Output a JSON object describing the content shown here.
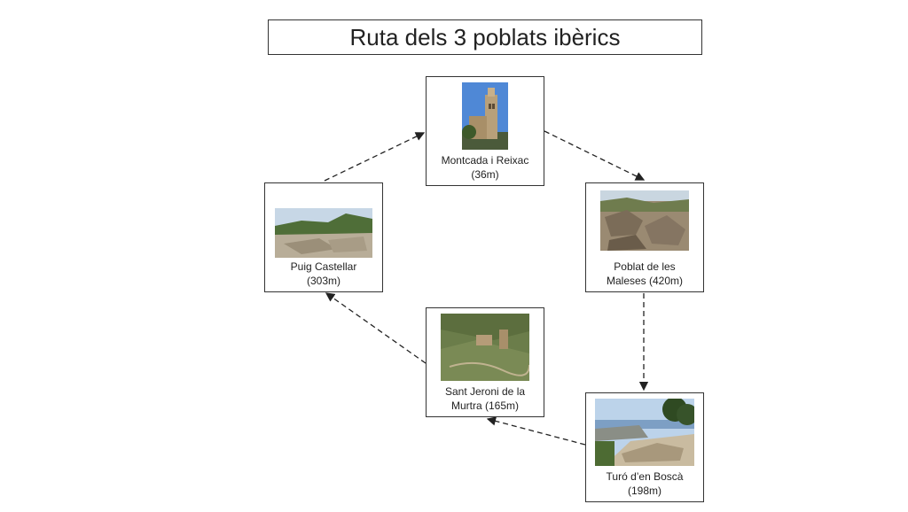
{
  "diagram": {
    "title": "Ruta dels 3 poblats ibèrics",
    "nodes": [
      {
        "id": "montcada",
        "name": "Montcada i Reixac",
        "altitude": "(36m)",
        "photo": "church-tower-photo"
      },
      {
        "id": "maleses",
        "name": "Poblat de les",
        "name2": "Maleses (420m)",
        "photo": "rocky-ruins-photo"
      },
      {
        "id": "turo",
        "name": "Turó d’en Boscà",
        "altitude": "(198m)",
        "photo": "coastal-ruins-photo"
      },
      {
        "id": "sant-jeroni",
        "name": "Sant Jeroni de la",
        "name2": "Murtra (165m)",
        "photo": "monastery-hillside-photo"
      },
      {
        "id": "puig",
        "name": "Puig Castellar",
        "altitude": "(303m)",
        "photo": "hilltop-ruins-photo"
      }
    ],
    "edges": [
      {
        "from": "montcada",
        "to": "maleses",
        "style": "dashed"
      },
      {
        "from": "maleses",
        "to": "turo",
        "style": "dashed"
      },
      {
        "from": "turo",
        "to": "sant-jeroni",
        "style": "dashed"
      },
      {
        "from": "sant-jeroni",
        "to": "puig",
        "style": "dashed"
      },
      {
        "from": "puig",
        "to": "montcada",
        "style": "dashed"
      }
    ]
  }
}
